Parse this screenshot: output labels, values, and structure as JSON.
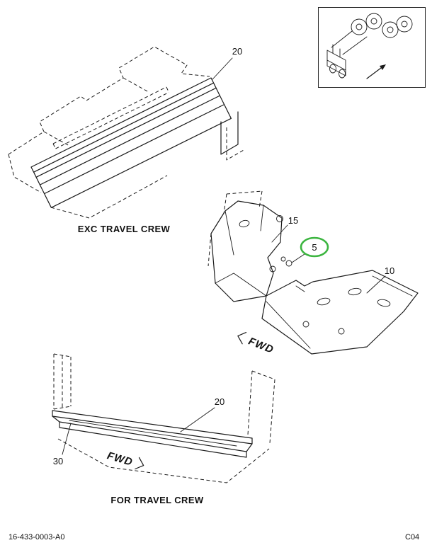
{
  "page": {
    "footer_left": "16-433-0003-A0",
    "footer_right": "C04",
    "highlight_color": "#3cb540"
  },
  "figures": {
    "exc_travel_crew": {
      "caption": "EXC TRAVEL CREW",
      "callouts": {
        "panel": "20"
      }
    },
    "center_assembly": {
      "callouts": {
        "bracket": "15",
        "bolt": "5",
        "plate": "10"
      },
      "direction_label": "FWD"
    },
    "for_travel_crew": {
      "caption": "FOR TRAVEL CREW",
      "callouts": {
        "sill": "20",
        "side_panel": "30"
      },
      "direction_label": "FWD"
    }
  }
}
